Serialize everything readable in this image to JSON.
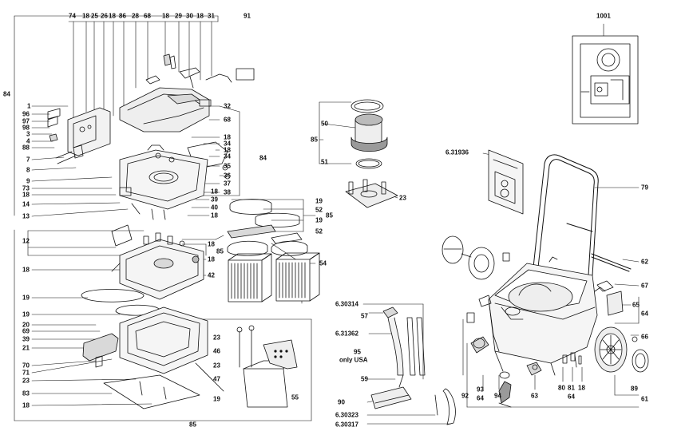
{
  "diagram": {
    "colors": {
      "ink": "#111111",
      "shade": "#9a9a9a",
      "light": "#d9d9d9",
      "bg": "#ffffff"
    },
    "labels": {
      "l74": "74",
      "l18a": "18",
      "l25": "25",
      "l26": "26",
      "l18b": "18",
      "l86": "86",
      "l28": "28",
      "l68a": "68",
      "l18c": "18",
      "l29": "29",
      "l30": "30",
      "l18d": "18",
      "l31": "31",
      "l91": "91",
      "l1001": "1001",
      "l84a": "84",
      "l1": "1",
      "l96": "96",
      "l97": "97",
      "l98": "98",
      "l3": "3",
      "l4": "4",
      "l88": "88",
      "l7": "7",
      "l8": "8",
      "l9": "9",
      "l73": "73",
      "l18e": "18",
      "l14": "14",
      "l13": "13",
      "l12": "12",
      "l18f": "18",
      "l19a": "19",
      "l19b": "19",
      "l20": "20",
      "l69": "69",
      "l39a": "39",
      "l21": "21",
      "l70": "70",
      "l71": "71",
      "l23a": "23",
      "l83": "83",
      "l18g": "18",
      "l32": "32",
      "l68b": "68",
      "l18h": "18",
      "l34a": "34",
      "l18i": "18",
      "l34b": "34",
      "l84b": "84",
      "l35": "35",
      "l36": "36",
      "l37": "37",
      "l38": "38",
      "l18j": "18",
      "l39b": "39",
      "l40": "40",
      "l18k": "18",
      "l18l": "18",
      "l85a": "85",
      "l18m": "18",
      "l42": "42",
      "l19c": "19",
      "l52a": "52",
      "l19d": "19",
      "l52b": "52",
      "l85b": "85",
      "l54": "54",
      "l50": "50",
      "l85c": "85",
      "l51": "51",
      "l23b": "23",
      "l23c": "23",
      "l46": "46",
      "l23d": "23",
      "l47": "47",
      "l19e": "19",
      "l55": "55",
      "l85d": "85",
      "p630314": "6.30314",
      "l57": "57",
      "p631362": "6.31362",
      "l95": "95",
      "onlyusa": "only USA",
      "l59": "59",
      "l90": "90",
      "p630323": "6.30323",
      "p630317": "6.30317",
      "p631936": "6.31936",
      "l79": "79",
      "l62": "62",
      "l67": "67",
      "l65": "65",
      "l64a": "64",
      "l66": "66",
      "l89": "89",
      "l61": "61",
      "l92": "92",
      "l93": "93",
      "l64b": "64",
      "l94": "94",
      "l63": "63",
      "l80": "80",
      "l81": "81",
      "l18n": "18",
      "l64c": "64"
    }
  }
}
